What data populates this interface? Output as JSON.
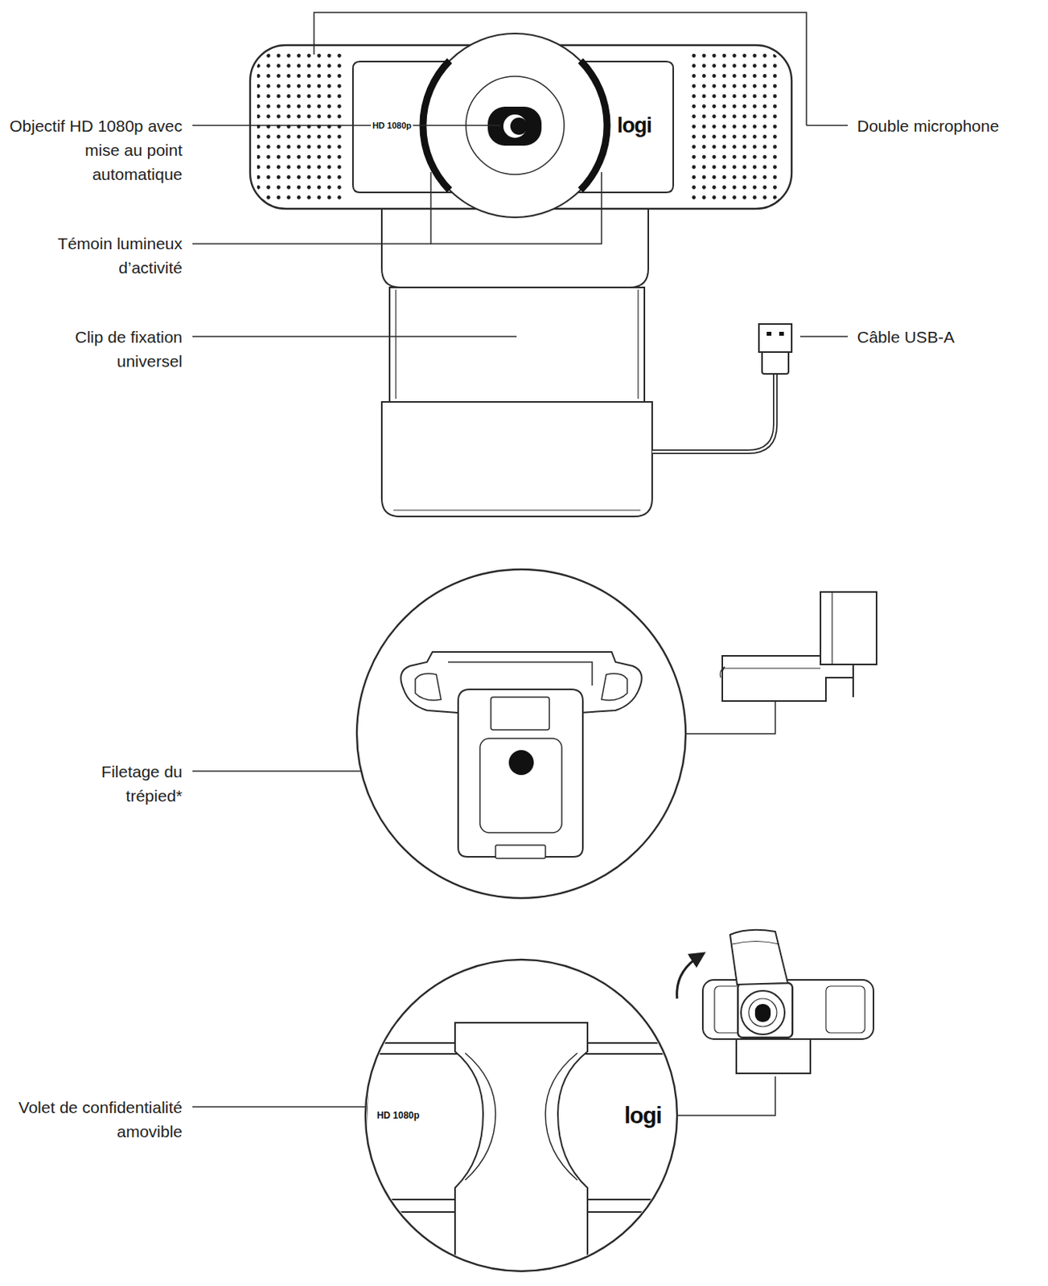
{
  "diagram": {
    "labels": [
      "Objectif HD 1080p avec mise au point automatique",
      "Double microphone",
      "HD 1080p",
      "logi",
      "Témoin lumineux d’activité",
      "Clip de fixation universel",
      "Câble USB-A",
      "Filetage du trépied*",
      "Volet de confidentialité amovible",
      "HD 1080p",
      "logi"
    ]
  }
}
